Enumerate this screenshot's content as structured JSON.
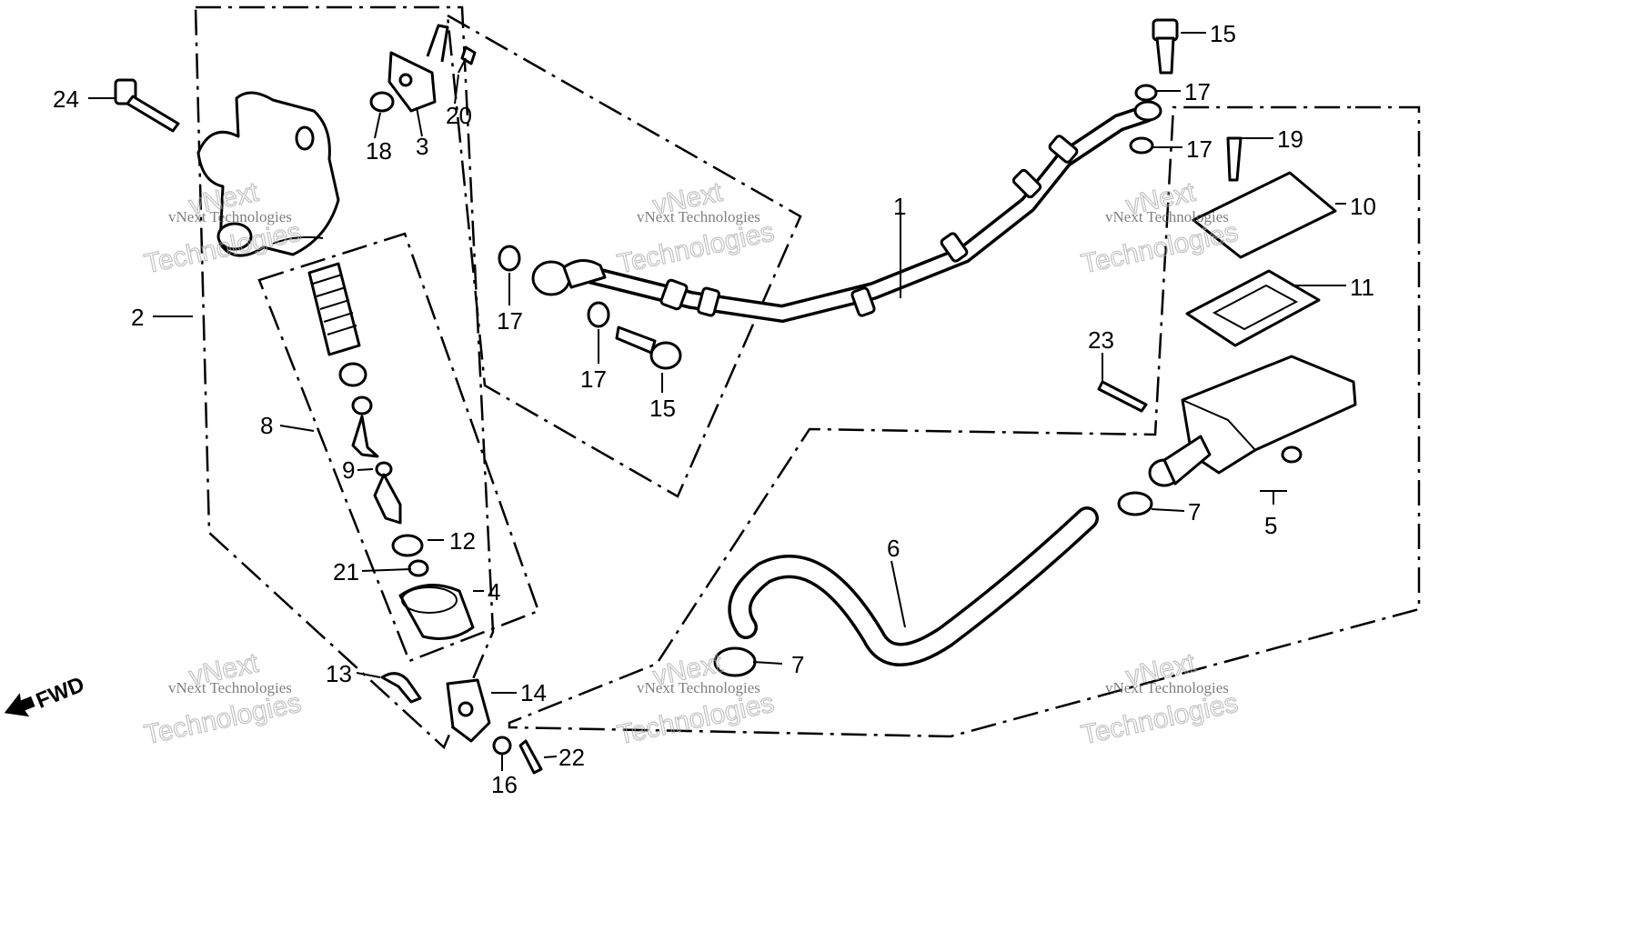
{
  "callouts": {
    "c1": "1",
    "c2": "2",
    "c3": "3",
    "c4": "4",
    "c5": "5",
    "c6": "6",
    "c7a": "7",
    "c7b": "7",
    "c8": "8",
    "c9": "9",
    "c10": "10",
    "c11": "11",
    "c12": "12",
    "c13": "13",
    "c14": "14",
    "c15a": "15",
    "c15b": "15",
    "c16": "16",
    "c17a": "17",
    "c17b": "17",
    "c17c": "17",
    "c17d": "17",
    "c18": "18",
    "c19": "19",
    "c20": "20",
    "c21": "21",
    "c22": "22",
    "c23": "23",
    "c24": "24"
  },
  "direction_label": "FWD",
  "watermark": {
    "line1": "vNext Technologies",
    "line2": "vNext",
    "line3": "Technologies"
  }
}
